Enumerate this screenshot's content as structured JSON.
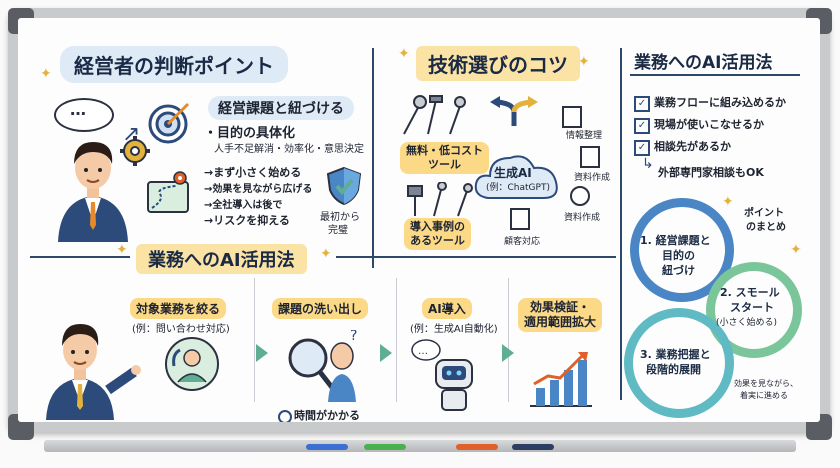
{
  "left": {
    "title": "経営者の判断ポイント",
    "topic": "経営課題と紐づける",
    "p1": "・目的の具体化",
    "p1sub": "人手不足解消・効率化・意思決定",
    "steps": [
      "→まず小さく始める",
      "→効果を見ながら広げる",
      "→全社導入は後で",
      "→リスクを抑える"
    ],
    "shield_label_1": "最初から",
    "shield_label_2": "完璧"
  },
  "mid": {
    "title": "技術選びのコツ",
    "free_1": "無料・低コスト",
    "free_2": "ツール",
    "case_1": "導入事例の",
    "case_2": "あるツール",
    "cloud_1": "生成AI",
    "cloud_2": "(例：ChatGPT)",
    "uses": [
      "情報整理",
      "資料作成",
      "資料作成",
      "顧客対応"
    ]
  },
  "right": {
    "title": "業務へのAI活用法",
    "checks": [
      "業務フローに組み込めるか",
      "現場が使いこなせるか",
      "相談先があるか"
    ],
    "consult": "外部専門家相談もOK",
    "summary_1": "ポイント",
    "summary_2": "のまとめ",
    "cycle": [
      {
        "l1": "1. 経営課題と",
        "l2": "目的の",
        "l3": "紐づけ"
      },
      {
        "l1": "2. スモール",
        "l2": "スタート",
        "l3": "(小さく始める)"
      },
      {
        "l1": "3. 業務把握と",
        "l2": "段階的展開",
        "l3": ""
      }
    ],
    "note_1": "効果を見ながら、",
    "note_2": "着実に進める"
  },
  "bottom": {
    "title": "業務へのAI活用法",
    "s1_1": "対象業務を絞る",
    "s1_2": "(例：問い合わせ対応)",
    "s2": "課題の洗い出し",
    "s2_note": "時間がかかる",
    "s3": "AI導入",
    "s3_sub": "(例：生成AI自動化)",
    "s4_1": "効果検証・",
    "s4_2": "適用範囲拡大"
  },
  "colors": {
    "navy": "#1a2a44",
    "pill_blue": "#dfeaf7",
    "pill_yellow": "#fbe3a6",
    "teal": "#5fae93",
    "blue_ring": "#4a86c5"
  }
}
